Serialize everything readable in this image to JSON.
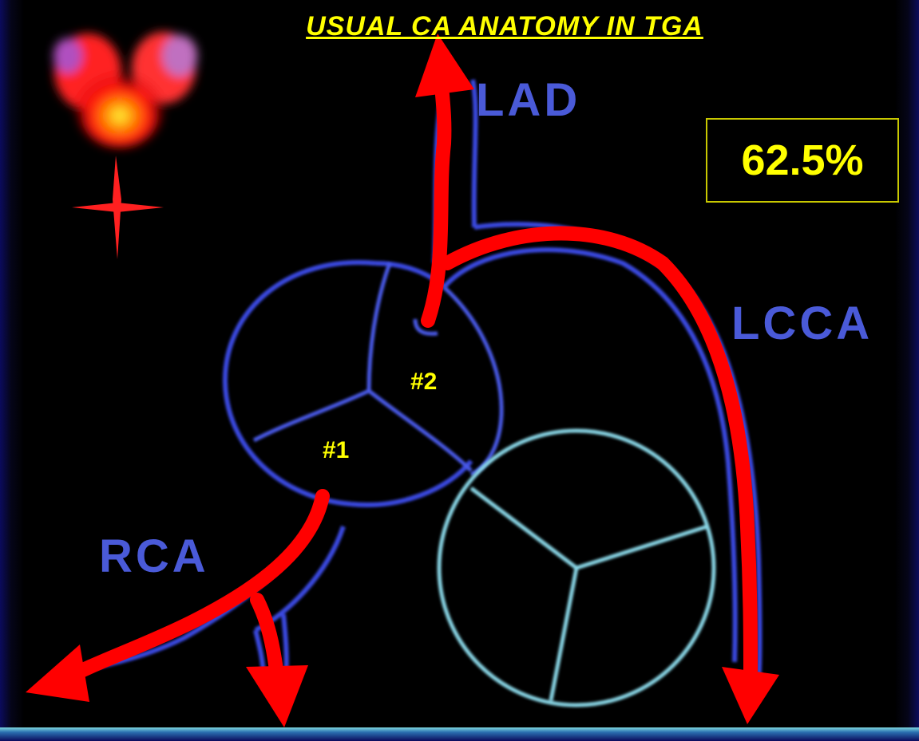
{
  "title": "USUAL  CA  ANATOMY  IN  TGA",
  "percentage": "62.5%",
  "labels": {
    "lad": "LAD",
    "lcca": "LCCA",
    "rca": "RCA",
    "cusp1": "#1",
    "cusp2": "#2"
  },
  "colors": {
    "background": "#000000",
    "title": "#ffff00",
    "vessel_outline": "#3a4ae0",
    "valve_outline": "#8ad8e8",
    "arrow": "#ff0000",
    "vessel_label": "#4a5ad8"
  },
  "icons": [
    "heart-logo-icon",
    "cross-icon"
  ]
}
